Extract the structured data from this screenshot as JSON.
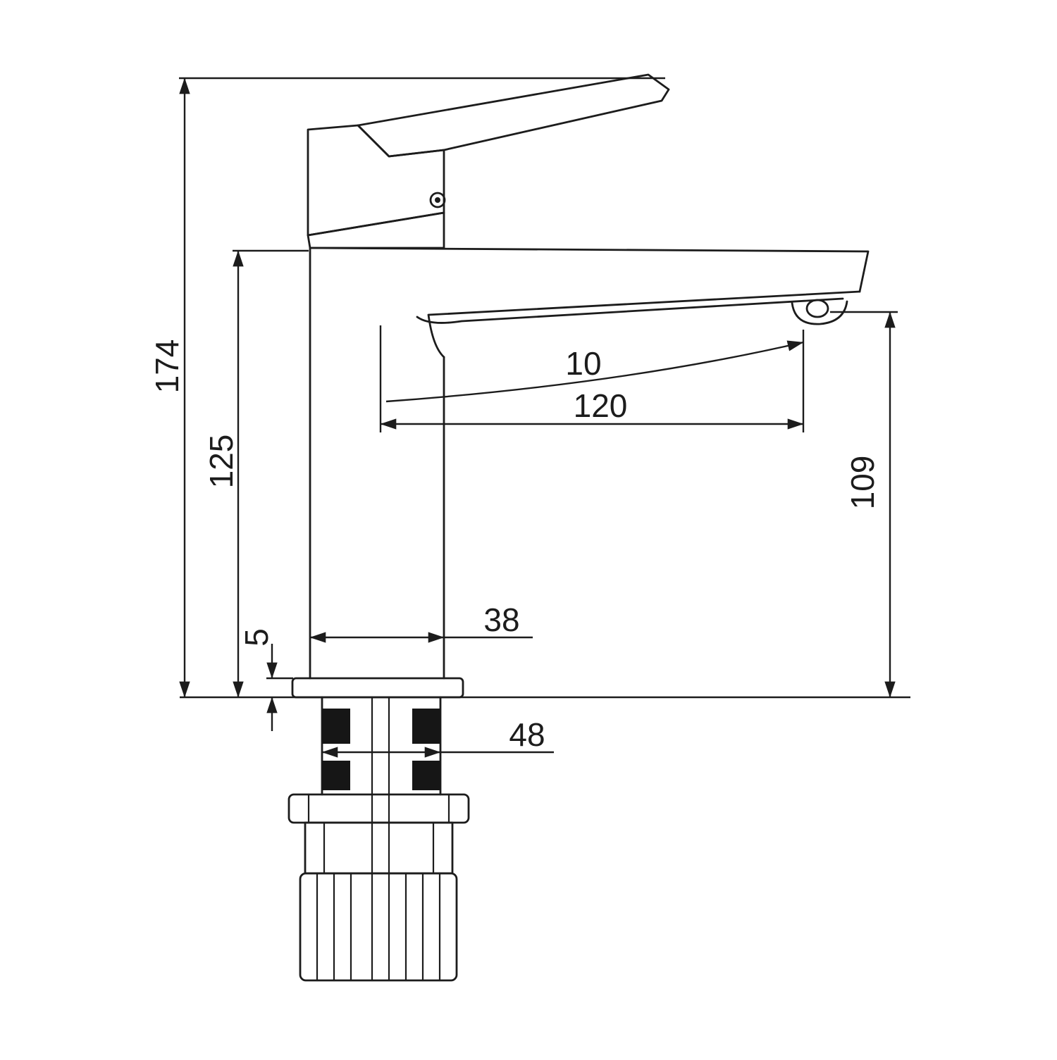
{
  "diagram": {
    "type": "technical-drawing",
    "subject": "single-lever basin mixer tap, side elevation with dimensions",
    "colors": {
      "line": "#1c1c1c",
      "background": "#ffffff",
      "seal_fill": "#161616"
    },
    "dimensions": {
      "total_height": "174",
      "spout_height": "125",
      "base_plate_thickness": "5",
      "body_width": "38",
      "shank_width": "48",
      "spout_reach": "120",
      "aerator_offset": "10",
      "outlet_height": "109"
    }
  }
}
